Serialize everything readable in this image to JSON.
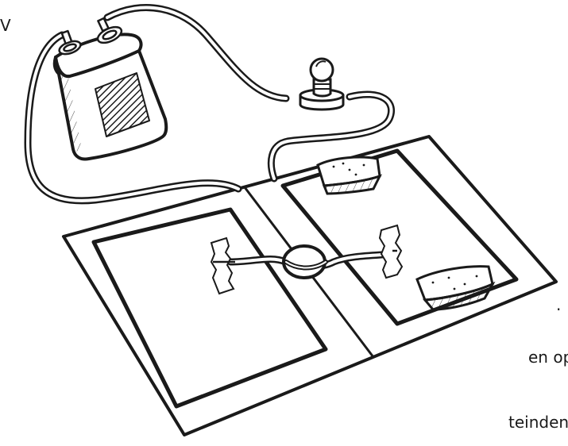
{
  "text_fragments": {
    "top_right": "V",
    "right_1": ".",
    "right_2": "en op",
    "right_3": "teinden"
  },
  "colors": {
    "ink": "#1a1a1a",
    "paper": "#ffffff"
  },
  "icons": [
    "battery-icon",
    "light-bulb-icon",
    "sponge-icon",
    "tape-icon",
    "paper-clip-icon"
  ]
}
